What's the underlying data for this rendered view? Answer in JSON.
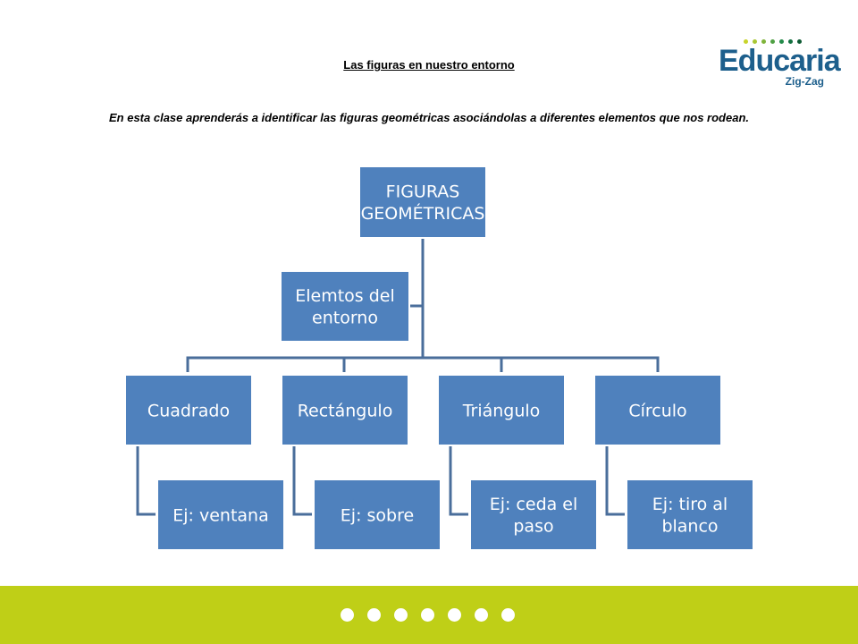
{
  "header": {
    "title": "Las figuras en nuestro entorno",
    "intro": "En esta clase aprenderás a identificar las figuras geométricas asociándolas a diferentes elementos que nos rodean."
  },
  "logo": {
    "name": "Educaria",
    "sub": "Zig-Zag",
    "dot_colors": [
      "#c8d42a",
      "#a9c734",
      "#7fb43b",
      "#4fa044",
      "#238a4a",
      "#137040",
      "#0d5a33"
    ]
  },
  "diagram": {
    "root": [
      "FIGURAS",
      "GEOMÉTRICAS"
    ],
    "side": [
      "Elemtos del",
      "entorno"
    ],
    "shapes": [
      {
        "label": "Cuadrado",
        "example": [
          "Ej: ventana"
        ]
      },
      {
        "label": "Rectángulo",
        "example": [
          "Ej: sobre"
        ]
      },
      {
        "label": "Triángulo",
        "example": [
          "Ej: ceda el",
          "paso"
        ]
      },
      {
        "label": "Círculo",
        "example": [
          "Ej: tiro al",
          "blanco"
        ]
      }
    ]
  },
  "colors": {
    "node_fill": "#4f81bd",
    "node_stroke": "#ffffff",
    "connector": "#4a6e9b",
    "footer": "#bfcf17"
  }
}
